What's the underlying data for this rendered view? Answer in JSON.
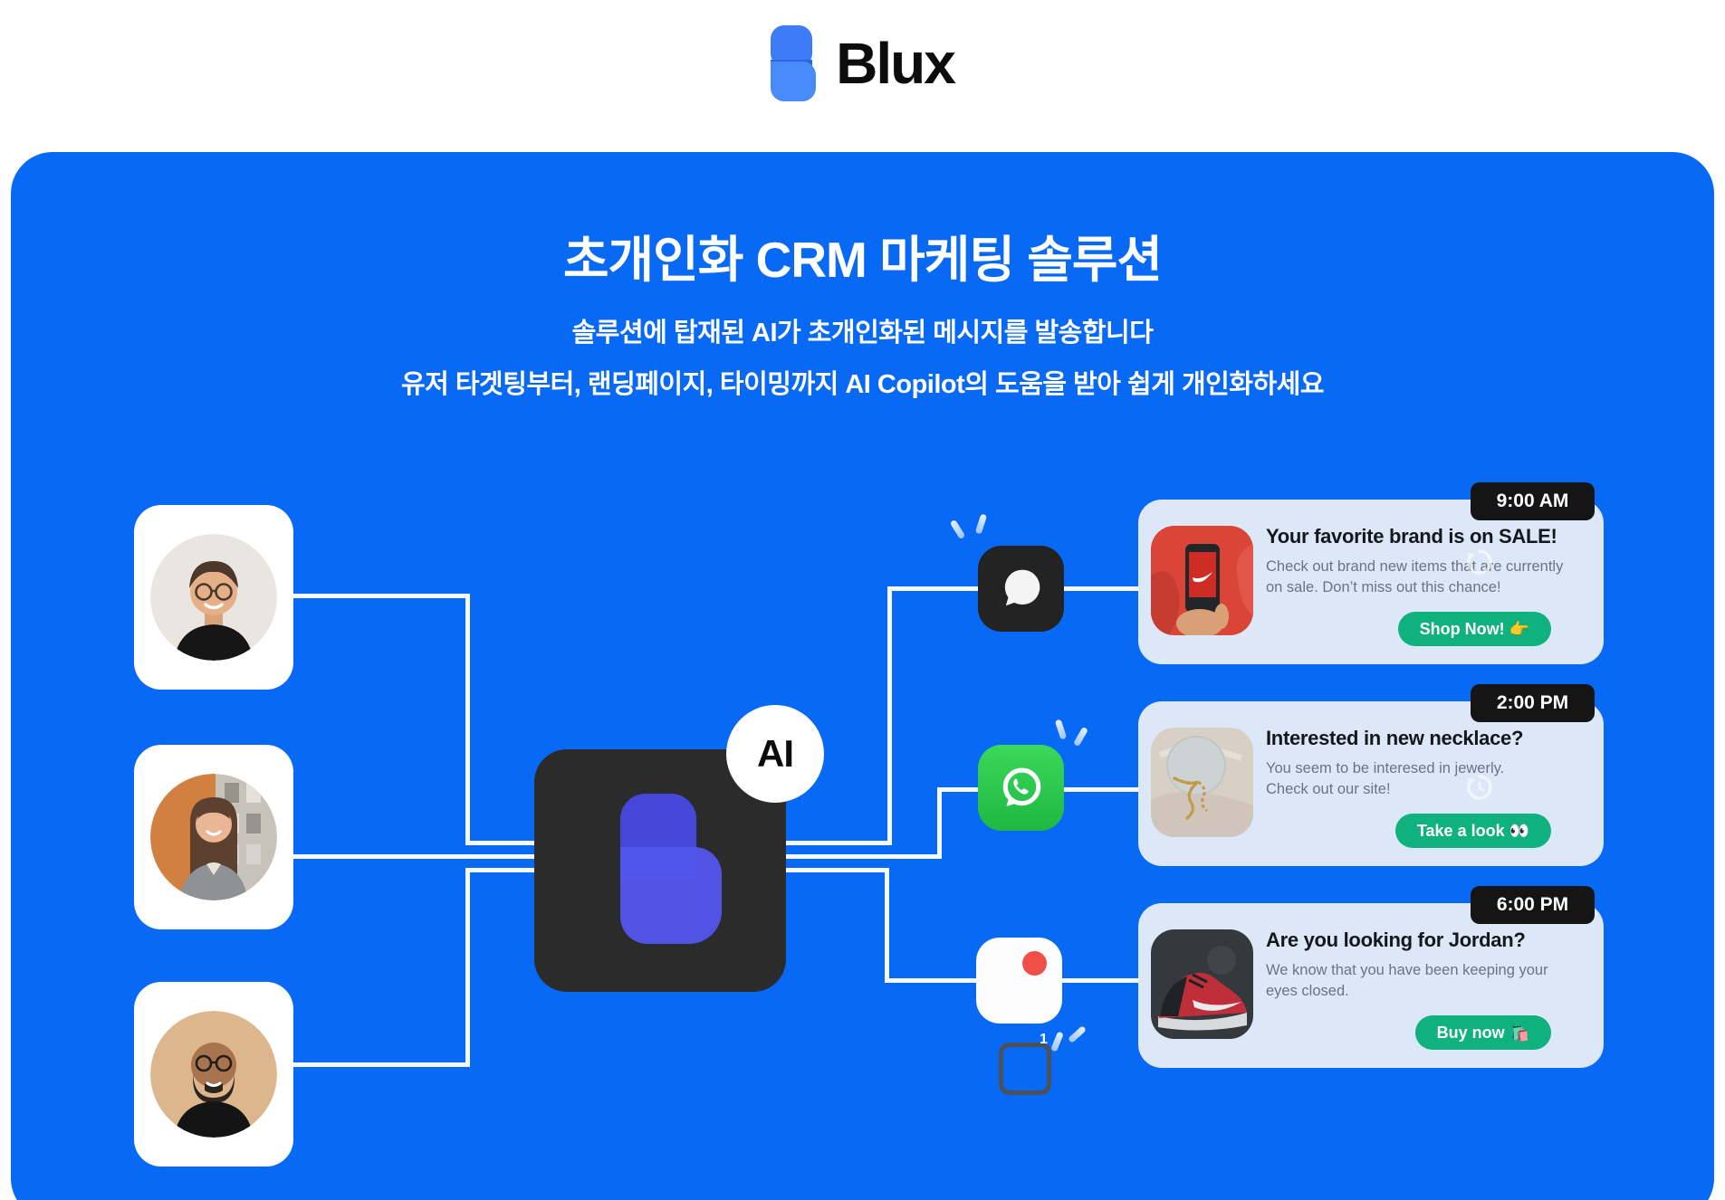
{
  "logo": {
    "text": "Blux"
  },
  "hero": {
    "title": "초개인화 CRM 마케팅 솔루션",
    "subtitle_line1": "솔루션에 탑재된 AI가 초개인화된 메시지를 발송합니다",
    "subtitle_line2": "유저 타겟팅부터, 랜딩페이지, 타이밍까지 AI Copilot의 도움을 받아 쉽게 개인화하세요"
  },
  "diagram": {
    "ai_badge": "AI",
    "notification_count": "1",
    "channel_icons": [
      "imessage-chat-icon",
      "whatsapp-icon",
      "notification-app-icon"
    ]
  },
  "messages": [
    {
      "time": "9:00 AM",
      "title": "Your favorite brand is on SALE!",
      "body": "Check out brand new items that are currently\non sale. Don’t miss out this chance!",
      "cta": "Shop Now! 👉"
    },
    {
      "time": "2:00 PM",
      "title": "Interested in new necklace?",
      "body": "You seem to be interesed in jewerly.\nCheck out our site!",
      "cta": "Take a look 👀"
    },
    {
      "time": "6:00 PM",
      "title": "Are you looking for Jordan?",
      "body": "We know that you have been keeping your\neyes closed.",
      "cta": "Buy now 🛍️"
    }
  ],
  "colors": {
    "brand_blue": "#0769f4",
    "card_bg": "#dce8f8",
    "cta_green": "#0fb17c",
    "badge_bg": "#151515",
    "whatsapp_green": "#2bcf4e",
    "alert_red": "#ef4f47",
    "logo_indigo": "#5255ec"
  }
}
